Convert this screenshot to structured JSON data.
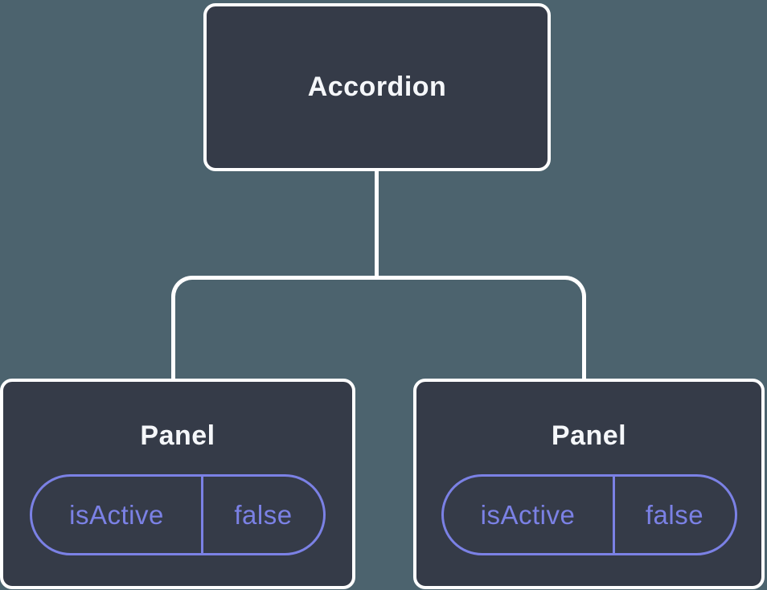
{
  "diagram": {
    "root": {
      "label": "Accordion"
    },
    "children": [
      {
        "label": "Panel",
        "state": {
          "key": "isActive",
          "value": "false"
        }
      },
      {
        "label": "Panel",
        "state": {
          "key": "isActive",
          "value": "false"
        }
      }
    ]
  },
  "colors": {
    "background": "#4C636E",
    "node_fill": "#353B48",
    "node_border": "#FFFFFF",
    "node_text": "#F5F7FA",
    "accent_purple": "#7B81E5"
  }
}
